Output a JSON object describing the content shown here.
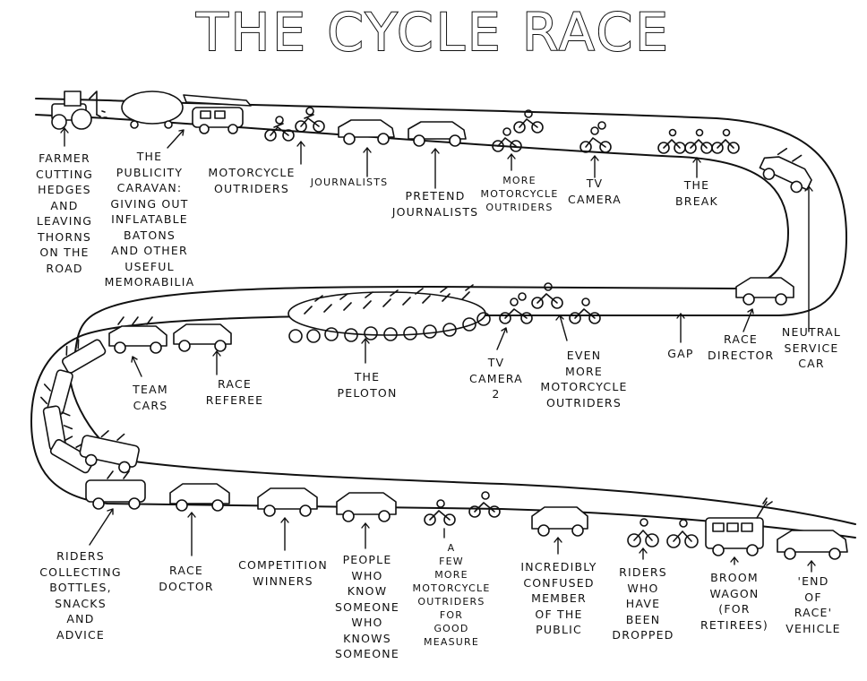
{
  "title": "THE CYCLE RACE",
  "labels": {
    "farmer": "FARMER\nCUTTING\nHEDGES\nAND\nLEAVING\nTHORNS\nON THE\nROAD",
    "caravan": "THE\nPUBLICITY\nCARAVAN:\nGIVING OUT\nINFLATABLE\nBATONS\nAND OTHER\nUSEFUL\nMEMORABILIA",
    "moto_outriders": "MOTORCYCLE\nOUTRIDERS",
    "journalists": "JOURNALISTS",
    "pretend_journalists": "PRETEND\nJOURNALISTS",
    "more_outriders": "MORE\nMOTORCYCLE\nOUTRIDERS",
    "tv_camera": "TV\nCAMERA",
    "the_break": "THE\nBREAK",
    "neutral_service_car": "NEUTRAL\nSERVICE\nCAR",
    "race_director": "RACE\nDIRECTOR",
    "gap": "GAP",
    "even_more_outriders": "EVEN\nMORE\nMOTORCYCLE\nOUTRIDERS",
    "tv_camera_2": "TV\nCAMERA\n2",
    "peloton": "THE\nPELOTON",
    "race_referee": "RACE\nREFEREE",
    "team_cars": "TEAM\nCARS",
    "riders_collecting": "RIDERS\nCOLLECTING\nBOTTLES,\nSNACKS\nAND\nADVICE",
    "race_doctor": "RACE\nDOCTOR",
    "competition_winners": "COMPETITION\nWINNERS",
    "people_who_know": "PEOPLE\nWHO\nKNOW\nSOMEONE\nWHO\nKNOWS\nSOMEONE",
    "few_more_outriders": "A\nFEW\nMORE\nMOTORCYCLE\nOUTRIDERS\nFOR\nGOOD\nMEASURE",
    "confused_public": "INCREDIBLY\nCONFUSED\nMEMBER\nOF THE\nPUBLIC",
    "riders_dropped": "RIDERS\nWHO\nHAVE\nBEEN\nDROPPED",
    "broom_wagon": "BROOM\nWAGON\n(FOR\nRETIREES)",
    "end_of_race": "'END\nOF\nRACE'\nVEHICLE"
  },
  "colors": {
    "ink": "#111111",
    "paper": "#ffffff"
  }
}
